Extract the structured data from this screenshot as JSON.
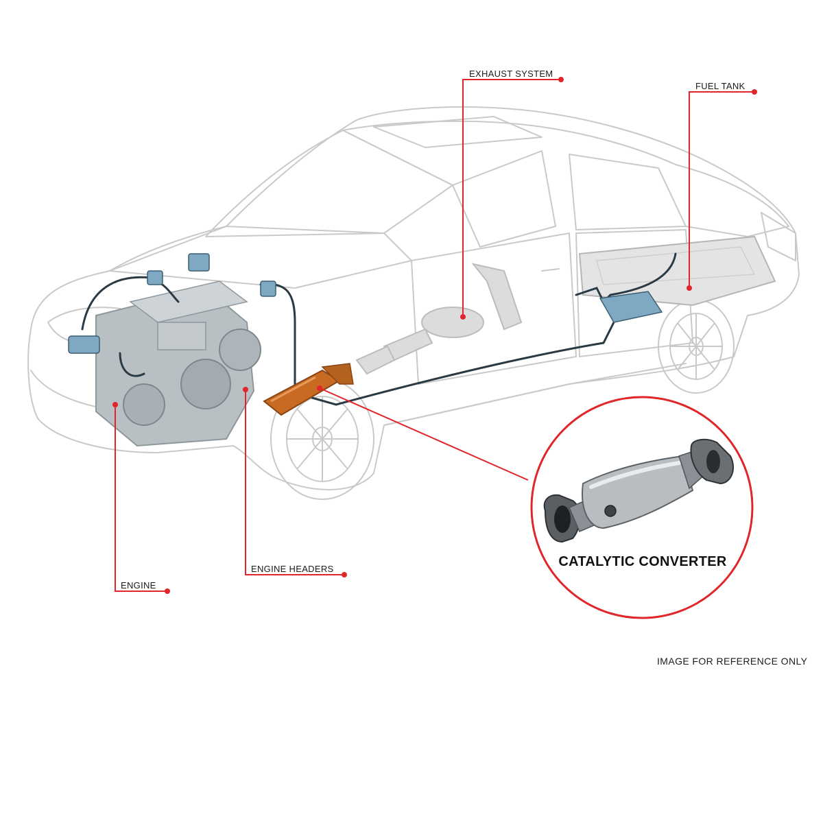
{
  "callouts": {
    "exhaust_system": "EXHAUST SYSTEM",
    "fuel_tank": "FUEL TANK",
    "engine": "ENGINE",
    "engine_headers": "ENGINE HEADERS",
    "catalytic_converter": "CATALYTIC CONVERTER"
  },
  "footer_note": "IMAGE FOR REFERENCE ONLY",
  "colors": {
    "leader_line": "#e0262b",
    "car_outline": "#c9c9c9",
    "engine_parts": "#9aa3a8",
    "highlight_part": "#c86a22",
    "hoses": "#2a3a44"
  }
}
